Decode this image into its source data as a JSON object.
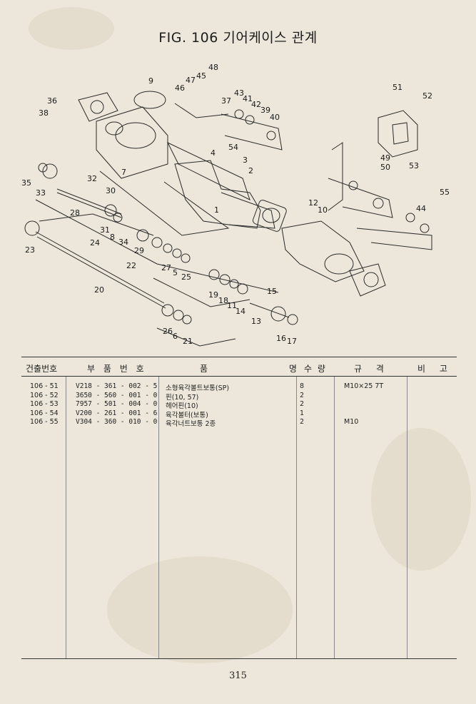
{
  "page": {
    "title": "FIG. 106 기어케이스 관계",
    "page_number": "315"
  },
  "diagram": {
    "callouts": [
      "9",
      "36",
      "38",
      "7",
      "46",
      "47",
      "45",
      "48",
      "37",
      "43",
      "41",
      "42",
      "39",
      "40",
      "4",
      "54",
      "3",
      "2",
      "35",
      "33",
      "32",
      "30",
      "28",
      "31",
      "8",
      "34",
      "29",
      "27",
      "5",
      "25",
      "23",
      "24",
      "22",
      "20",
      "19",
      "18",
      "11",
      "14",
      "15",
      "13",
      "26",
      "6",
      "21",
      "1",
      "12",
      "10",
      "16",
      "17",
      "51",
      "52",
      "49",
      "50",
      "53",
      "44",
      "55"
    ]
  },
  "table": {
    "headers": [
      "건출번호",
      "부 품 번 호",
      "품 명",
      "수 량",
      "규 격",
      "비 고"
    ],
    "rows": [
      {
        "no": "106 - 51",
        "part": "V218 - 361 - 002 - 5",
        "name": "소형육각볼트보통(SP)",
        "qty": "8",
        "spec": "M10×25 7T"
      },
      {
        "no": "106 - 52",
        "part": "3650 - 560 - 001 - 0",
        "name": "핀(10, 57)",
        "qty": "2",
        "spec": ""
      },
      {
        "no": "106 - 53",
        "part": "7957 - 501 - 004 - 0",
        "name": "헤어핀(10)",
        "qty": "2",
        "spec": ""
      },
      {
        "no": "106 - 54",
        "part": "V200 - 261 - 001 - 6",
        "name": "육각볼터(보통)",
        "qty": "1",
        "spec": ""
      },
      {
        "no": "106 - 55",
        "part": "V304 - 360 - 010 - 0",
        "name": "육각너트보통 2종",
        "qty": "2",
        "spec": "M10"
      }
    ]
  },
  "colors": {
    "paper": "#ece7da",
    "ink": "#222222"
  }
}
